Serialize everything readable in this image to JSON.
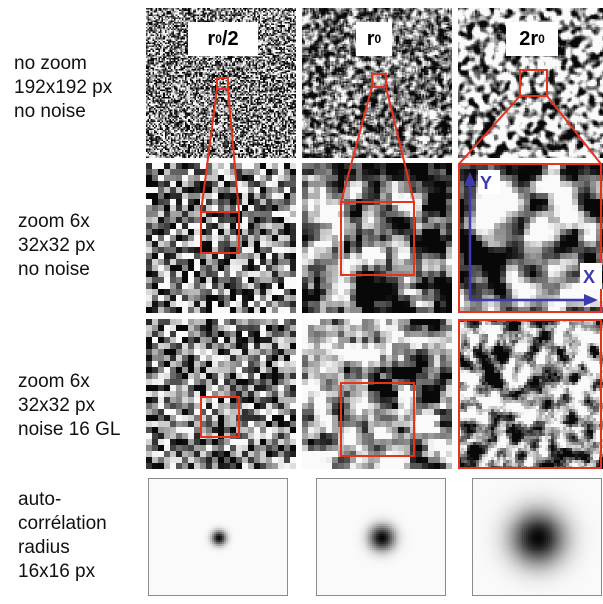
{
  "rows": [
    {
      "label": "no zoom\n192x192 px\nno noise"
    },
    {
      "label": "zoom 6x\n32x32 px\nno noise"
    },
    {
      "label": "zoom 6x\n32x32 px\nnoise 16 GL"
    },
    {
      "label": "auto-\ncorrélation\nradius\n16x16 px"
    }
  ],
  "columns": [
    {
      "prefix": "r",
      "sub": "0",
      "suffix": "/2"
    },
    {
      "prefix": "r",
      "sub": "0",
      "suffix": ""
    },
    {
      "prefix": "2r",
      "sub": "0",
      "suffix": ""
    }
  ],
  "axes": {
    "x": "X",
    "y": "Y"
  },
  "colors": {
    "highlight": "#e8321e",
    "axis": "#3d3ab0"
  }
}
